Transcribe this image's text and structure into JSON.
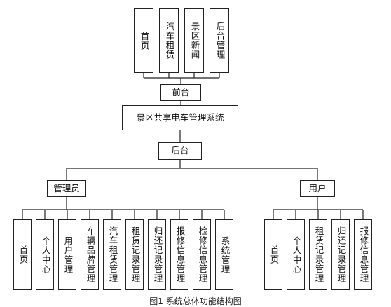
{
  "frontend": {
    "pages": [
      "首页",
      "汽车租赁",
      "景区新闻",
      "后台管理"
    ],
    "label": "前台"
  },
  "system": {
    "label": "景区共享电车管理系统"
  },
  "backend": {
    "label": "后台"
  },
  "admin": {
    "label": "管理员",
    "modules": [
      "首页",
      "个人中心",
      "用户管理",
      "车辆品牌管理",
      "汽车租赁管理",
      "租赁记录管理",
      "归还记录管理",
      "报修信息管理",
      "检修信息管理",
      "系统管理"
    ]
  },
  "user": {
    "label": "用户",
    "modules": [
      "首页",
      "个人中心",
      "租赁记录管理",
      "归还记录管理",
      "报修信息管理"
    ]
  },
  "caption": "图1  系统总体功能结构图",
  "colors": {
    "line": "#222222",
    "box_border": "#222222",
    "background": "#ffffff"
  }
}
